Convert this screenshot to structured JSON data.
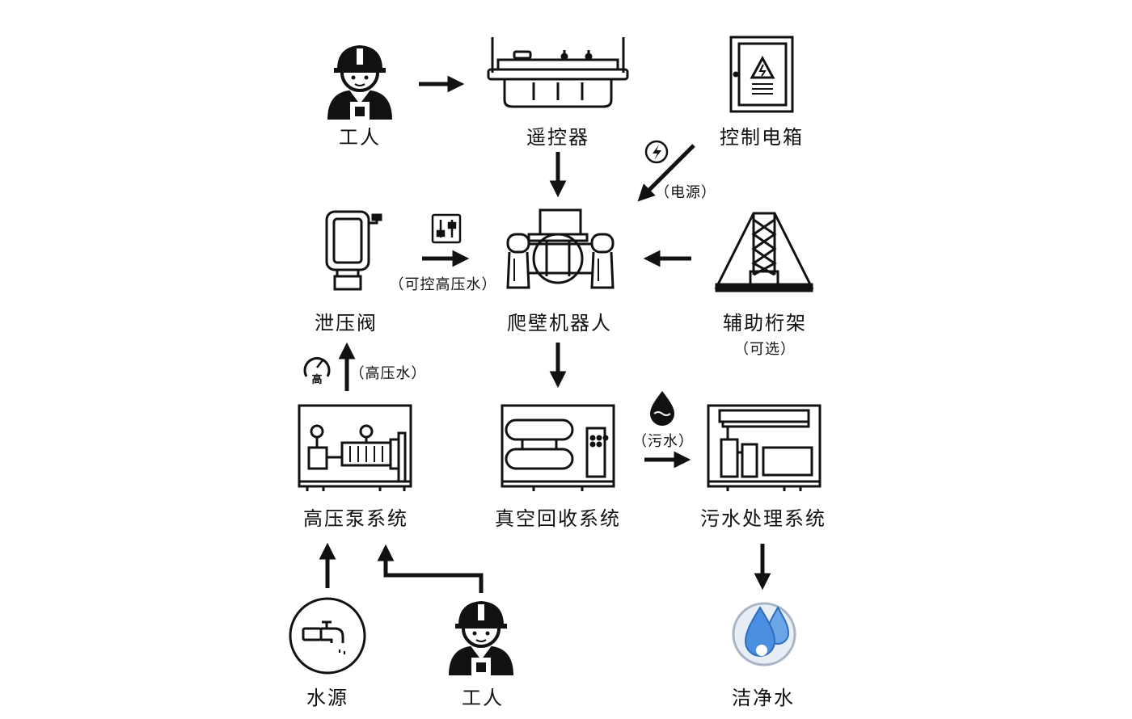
{
  "nodes": {
    "worker_top": "工人",
    "remote": "遥控器",
    "control_box": "控制电箱",
    "relief_valve": "泄压阀",
    "robot": "爬壁机器人",
    "truss": "辅助桁架",
    "truss_note": "（可选）",
    "hp_pump": "高压泵系统",
    "vacuum": "真空回收系统",
    "sewage": "污水处理系统",
    "water_source": "水源",
    "worker_bottom": "工人",
    "clean_water": "洁净水"
  },
  "edges": {
    "power": "（电源）",
    "controlled_hp_water": "（可控高压水）",
    "hp_water": "（高压水）",
    "sewage_water": "（污水）"
  },
  "icons": {
    "power": "lightning-icon",
    "gauge": "pressure-gauge-icon",
    "gauge_text": "高",
    "controls": "slider-controls-icon",
    "water_drop": "water-drop-icon"
  }
}
